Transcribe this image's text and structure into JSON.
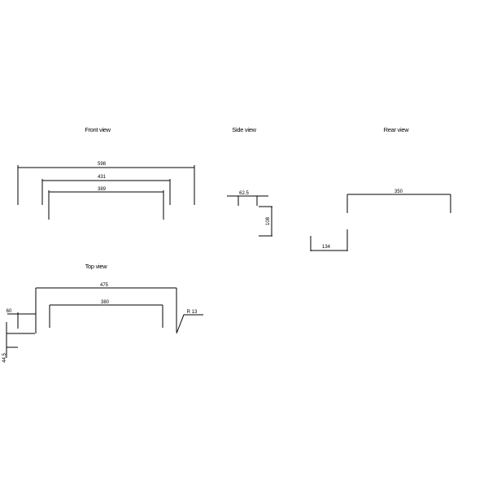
{
  "views": {
    "front": {
      "title": "Front view",
      "dims": [
        "598",
        "431",
        "389"
      ]
    },
    "side": {
      "title": "Side view",
      "dims": [
        "62.5",
        "108"
      ]
    },
    "rear": {
      "title": "Rear view",
      "dims": [
        "350",
        "134"
      ]
    },
    "top": {
      "title": "Top view",
      "dims": [
        "475",
        "380",
        "60",
        "44.5"
      ],
      "radius": "R 13"
    }
  },
  "colors": {
    "line": "#000000",
    "background": "#ffffff"
  }
}
